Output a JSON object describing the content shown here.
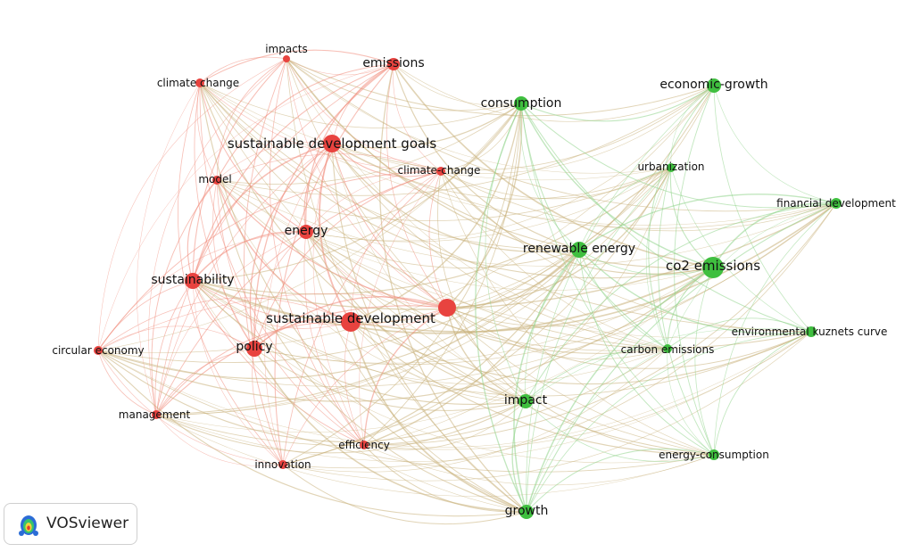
{
  "colors": {
    "cluster_red": "#e8433f",
    "cluster_green": "#3fbf3f",
    "edge_red": "#f08a7a",
    "edge_green": "#8fd48a",
    "edge_mixed": "#c9b07a"
  },
  "nodes": [
    {
      "id": "impacts",
      "label": "impacts",
      "cluster": "red",
      "weight": 1
    },
    {
      "id": "emissions",
      "label": "emissions",
      "cluster": "red",
      "weight": 2
    },
    {
      "id": "climate-change-1",
      "label": "climate change",
      "cluster": "red",
      "weight": 1
    },
    {
      "id": "sdg",
      "label": "sustainable development goals",
      "cluster": "red",
      "weight": 3
    },
    {
      "id": "climate-change-2",
      "label": "climate-change",
      "cluster": "red",
      "weight": 1
    },
    {
      "id": "model",
      "label": "model",
      "cluster": "red",
      "weight": 1
    },
    {
      "id": "energy",
      "label": "energy",
      "cluster": "red",
      "weight": 2
    },
    {
      "id": "sustainability",
      "label": "sustainability",
      "cluster": "red",
      "weight": 3
    },
    {
      "id": "sustainable-development",
      "label": "sustainable development",
      "cluster": "red",
      "weight": 4
    },
    {
      "id": "unlabeled-red",
      "label": "",
      "cluster": "red",
      "weight": 3
    },
    {
      "id": "policy",
      "label": "policy",
      "cluster": "red",
      "weight": 3
    },
    {
      "id": "circular-economy",
      "label": "circular economy",
      "cluster": "red",
      "weight": 1
    },
    {
      "id": "management",
      "label": "management",
      "cluster": "red",
      "weight": 1
    },
    {
      "id": "efficiency",
      "label": "efficiency",
      "cluster": "red",
      "weight": 1
    },
    {
      "id": "innovation",
      "label": "innovation",
      "cluster": "red",
      "weight": 1
    },
    {
      "id": "consumption",
      "label": "consumption",
      "cluster": "green",
      "weight": 2
    },
    {
      "id": "economic-growth",
      "label": "economic-growth",
      "cluster": "green",
      "weight": 2
    },
    {
      "id": "urbanization",
      "label": "urbanization",
      "cluster": "green",
      "weight": 1
    },
    {
      "id": "financial-development",
      "label": "financial development",
      "cluster": "green",
      "weight": 1
    },
    {
      "id": "renewable-energy",
      "label": "renewable energy",
      "cluster": "green",
      "weight": 3
    },
    {
      "id": "co2-emissions",
      "label": "co2 emissions",
      "cluster": "green",
      "weight": 4
    },
    {
      "id": "environmental-kuznets-curve",
      "label": "environmental kuznets curve",
      "cluster": "green",
      "weight": 1
    },
    {
      "id": "carbon-emissions",
      "label": "carbon emissions",
      "cluster": "green",
      "weight": 1
    },
    {
      "id": "impact",
      "label": "impact",
      "cluster": "green",
      "weight": 2
    },
    {
      "id": "energy-consumption",
      "label": "energy-consumption",
      "cluster": "green",
      "weight": 1
    },
    {
      "id": "growth",
      "label": "growth",
      "cluster": "green",
      "weight": 2
    }
  ],
  "logo": {
    "text": "VOSviewer",
    "icon": "vosviewer-logo-icon"
  }
}
